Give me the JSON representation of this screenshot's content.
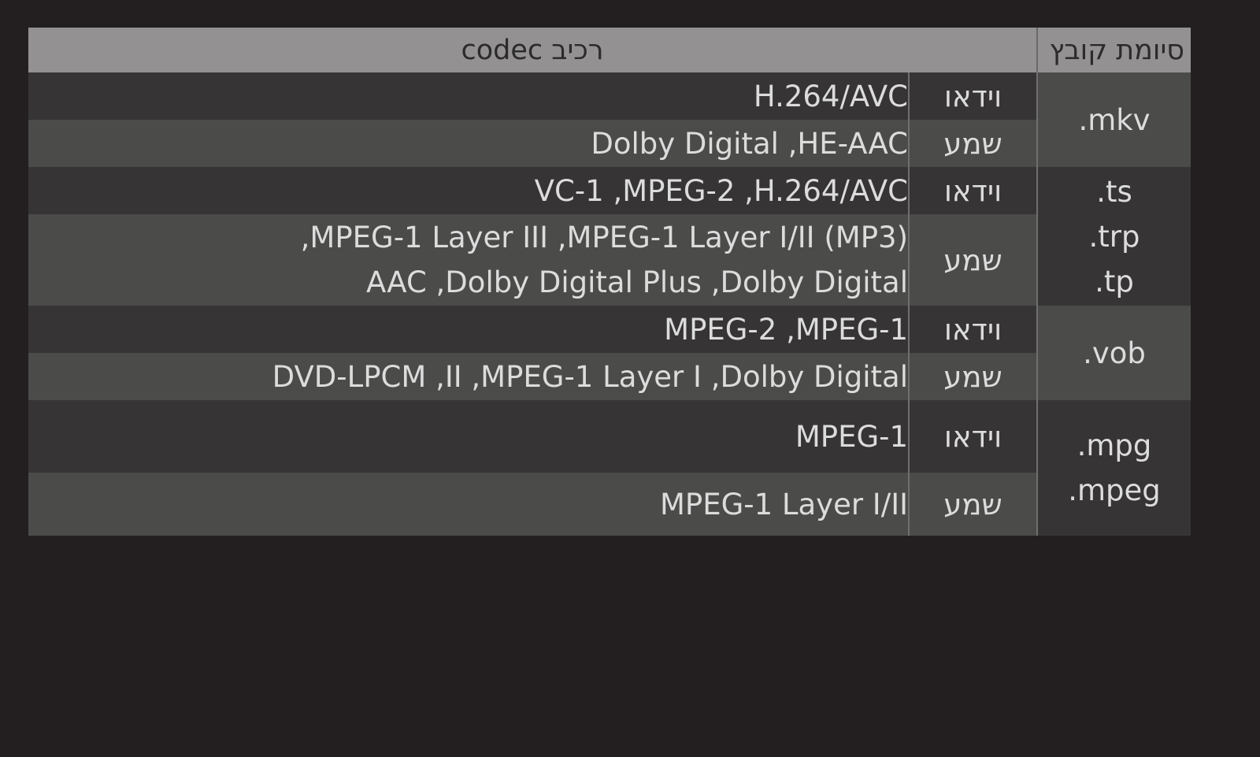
{
  "header": {
    "extension": "סיומת קובץ",
    "codec": "רכיב codec"
  },
  "labels": {
    "video": "וידאו",
    "audio": "שמע"
  },
  "rows": {
    "mkv": {
      "ext": ".mkv",
      "video": "H.264/AVC",
      "audio": "Dolby Digital ,HE-AAC"
    },
    "ts": {
      "ext1": ".ts",
      "ext2": ".trp",
      "ext3": ".tp",
      "video": "VC-1 ,MPEG-2 ,H.264/AVC",
      "audio1": "(MP3) MPEG-1 Layer III ,MPEG-1 Layer I/II,",
      "audio2": "AAC ,Dolby Digital Plus ,Dolby Digital"
    },
    "vob": {
      "ext": ".vob",
      "video": "MPEG-2 ,MPEG-1",
      "audio": "DVD-LPCM ,II ,MPEG-1 Layer I ,Dolby Digital"
    },
    "mpg": {
      "ext1": ".mpg",
      "ext2": ".mpeg",
      "video": "MPEG-1",
      "audio": "MPEG-1 Layer I/II"
    }
  }
}
